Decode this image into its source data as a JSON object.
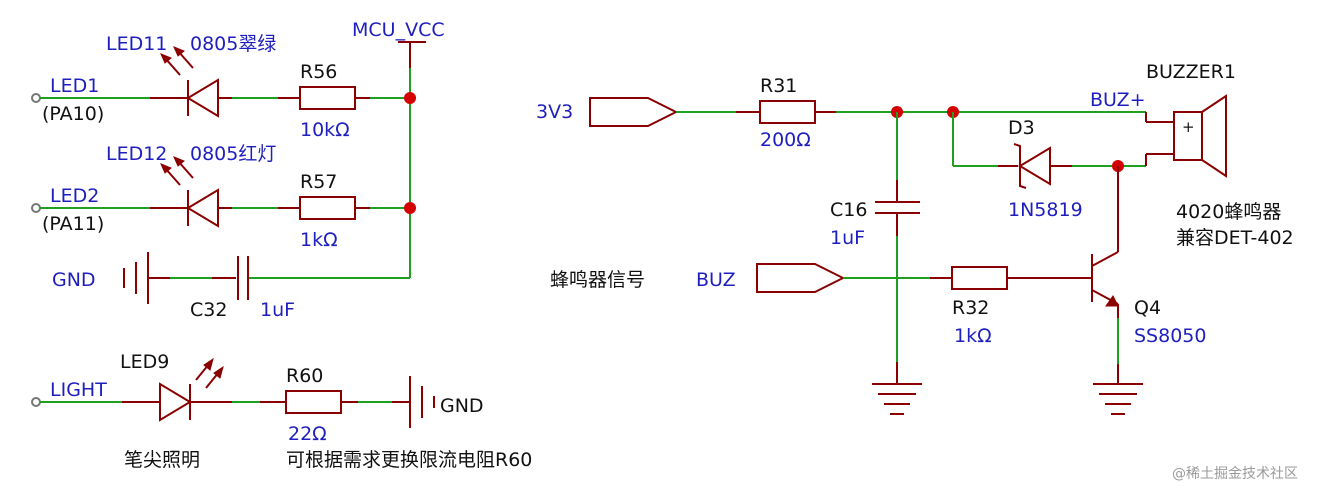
{
  "colors": {
    "wire": "#1f9e1f",
    "component": "#8b0000",
    "junction": "#d40000",
    "label_blue": "#1f1fbf",
    "label_black": "#111111",
    "watermark": "#9a9a9a"
  },
  "net": {
    "mcu_vcc": "MCU_VCC",
    "led1": "LED1",
    "pa10": "(PA10)",
    "led2": "LED2",
    "pa11": "(PA11)",
    "gnd1": "GND",
    "light": "LIGHT",
    "gnd2": "GND",
    "v3v3": "3V3",
    "buz": "BUZ",
    "buz_plus": "BUZ+"
  },
  "parts": {
    "led11": {
      "ref": "LED11",
      "value": "0805翠绿"
    },
    "r56": {
      "ref": "R56",
      "value": "10kΩ"
    },
    "led12": {
      "ref": "LED12",
      "value": "0805红灯"
    },
    "r57": {
      "ref": "R57",
      "value": "1kΩ"
    },
    "c32": {
      "ref": "C32",
      "value": "1uF"
    },
    "led9": {
      "ref": "LED9"
    },
    "r60": {
      "ref": "R60",
      "value": "22Ω"
    },
    "r31": {
      "ref": "R31",
      "value": "200Ω"
    },
    "c16": {
      "ref": "C16",
      "value": "1uF"
    },
    "d3": {
      "ref": "D3",
      "value": "1N5819"
    },
    "r32": {
      "ref": "R32",
      "value": "1kΩ"
    },
    "q4": {
      "ref": "Q4",
      "value": "SS8050"
    },
    "buzzer1": {
      "ref": "BUZZER1",
      "value_line1": "4020蜂鸣器",
      "value_line2": "兼容DET-402",
      "plus": "+"
    }
  },
  "notes": {
    "buzzer_signal": "蜂鸣器信号",
    "pen_light": "笔尖照明",
    "r60_note": "可根据需求更换限流电阻R60"
  },
  "watermark": "@稀土掘金技术社区"
}
